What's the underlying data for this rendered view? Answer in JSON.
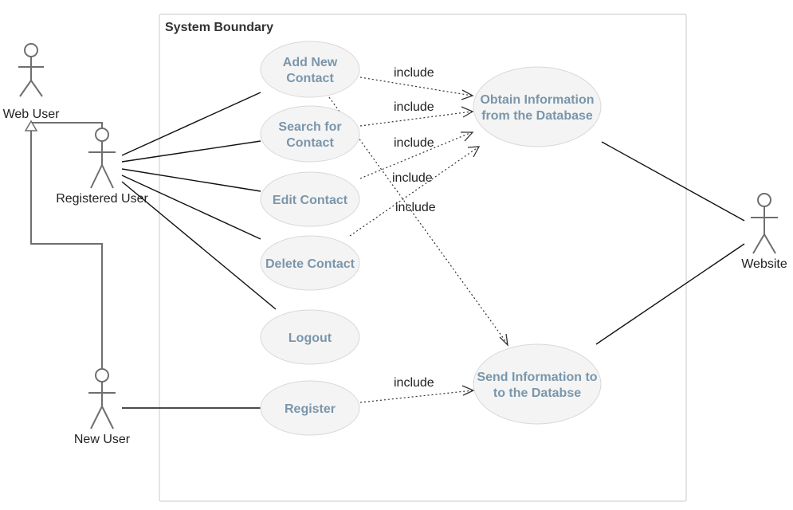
{
  "boundary": {
    "title": "System Boundary"
  },
  "actors": {
    "web_user": "Web User",
    "registered_user": "Registered User",
    "new_user": "New User",
    "website": "Website"
  },
  "use_cases": {
    "add_new_contact": [
      "Add New",
      "Contact"
    ],
    "search_for_contact": [
      "Search for",
      "Contact"
    ],
    "edit_contact": [
      "Edit Contact"
    ],
    "delete_contact": [
      "Delete Contact"
    ],
    "logout": [
      "Logout"
    ],
    "register": [
      "Register"
    ],
    "obtain_information": [
      "Obtain Information",
      "from the Database"
    ],
    "send_information": [
      "Send Information to",
      "to the Databse"
    ]
  },
  "relationships": {
    "include_label": "include"
  }
}
